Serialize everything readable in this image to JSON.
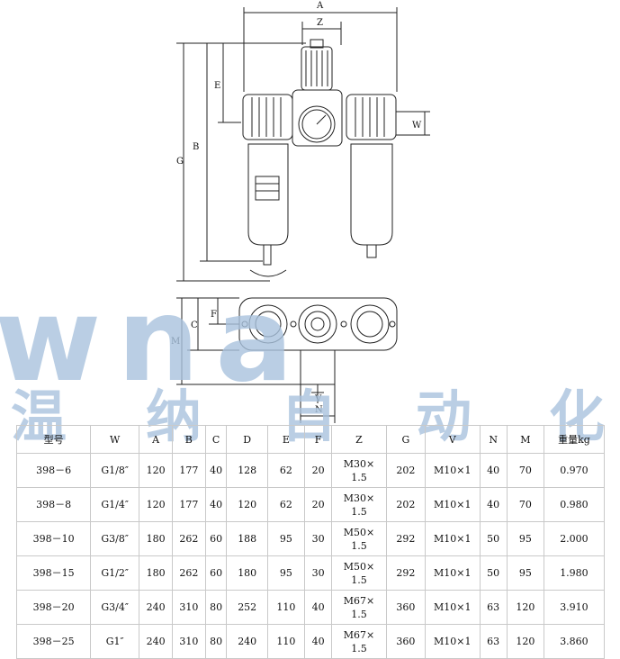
{
  "drawing": {
    "front_labels": {
      "A": "A",
      "Z": "Z",
      "E": "E",
      "B": "B",
      "G": "G",
      "W": "W"
    },
    "bottom_labels": {
      "C": "C",
      "F": "F",
      "M": "M",
      "V": "V",
      "N": "N"
    }
  },
  "watermark": {
    "logo": "wna",
    "chars": [
      "温",
      "纳",
      "自",
      "动",
      "化"
    ]
  },
  "table": {
    "headers": [
      "型号",
      "W",
      "A",
      "B",
      "C",
      "D",
      "E",
      "F",
      "Z",
      "G",
      "V",
      "N",
      "M",
      "重量kg"
    ],
    "rows": [
      [
        "398－6",
        "G1/8″",
        "120",
        "177",
        "40",
        "128",
        "62",
        "20",
        "M30×\n1.5",
        "202",
        "M10×1",
        "40",
        "70",
        "0.970"
      ],
      [
        "398－8",
        "G1/4″",
        "120",
        "177",
        "40",
        "120",
        "62",
        "20",
        "M30×\n1.5",
        "202",
        "M10×1",
        "40",
        "70",
        "0.980"
      ],
      [
        "398－10",
        "G3/8″",
        "180",
        "262",
        "60",
        "188",
        "95",
        "30",
        "M50×\n1.5",
        "292",
        "M10×1",
        "50",
        "95",
        "2.000"
      ],
      [
        "398－15",
        "G1/2″",
        "180",
        "262",
        "60",
        "180",
        "95",
        "30",
        "M50×\n1.5",
        "292",
        "M10×1",
        "50",
        "95",
        "1.980"
      ],
      [
        "398－20",
        "G3/4″",
        "240",
        "310",
        "80",
        "252",
        "110",
        "40",
        "M67×\n1.5",
        "360",
        "M10×1",
        "63",
        "120",
        "3.910"
      ],
      [
        "398－25",
        "G1″",
        "240",
        "310",
        "80",
        "240",
        "110",
        "40",
        "M67×\n1.5",
        "360",
        "M10×1",
        "63",
        "120",
        "3.860"
      ]
    ]
  }
}
